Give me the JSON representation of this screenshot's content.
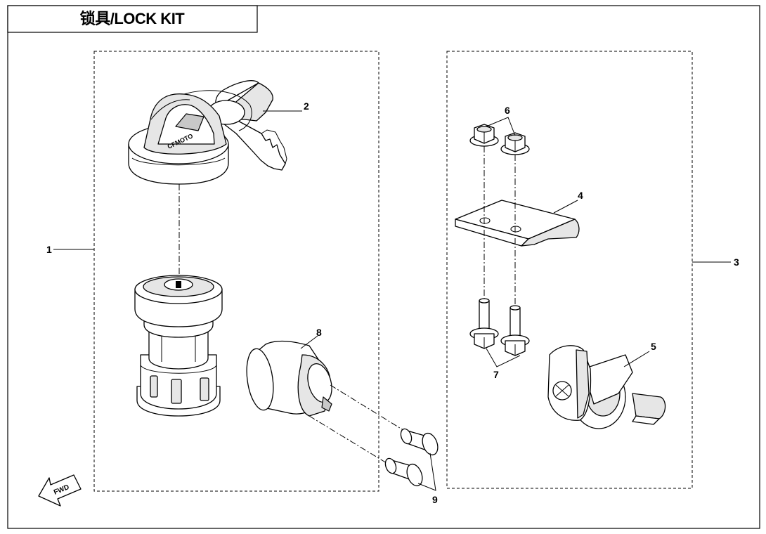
{
  "title": "锁具/LOCK KIT",
  "callouts": {
    "c1": "1",
    "c2": "2",
    "c3": "3",
    "c4": "4",
    "c5": "5",
    "c6": "6",
    "c7": "7",
    "c8": "8",
    "c9": "9"
  },
  "logo": "CFMOTO",
  "direction_arrow": "FWD",
  "colors": {
    "line": "#000000",
    "background": "#ffffff",
    "part_shade": "#e6e6e6"
  }
}
